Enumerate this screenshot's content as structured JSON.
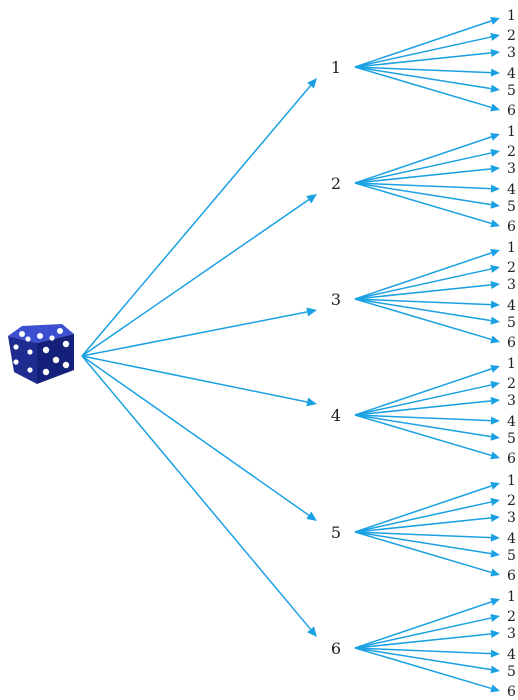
{
  "diagram": {
    "root_icon": "dice-icon",
    "arrow_color": "#1ba1e2",
    "die_color": "#1e2b8f",
    "outcomes": [
      "1",
      "2",
      "3",
      "4",
      "5",
      "6"
    ],
    "second_outcomes": [
      "1",
      "2",
      "3",
      "4",
      "5",
      "6"
    ]
  }
}
